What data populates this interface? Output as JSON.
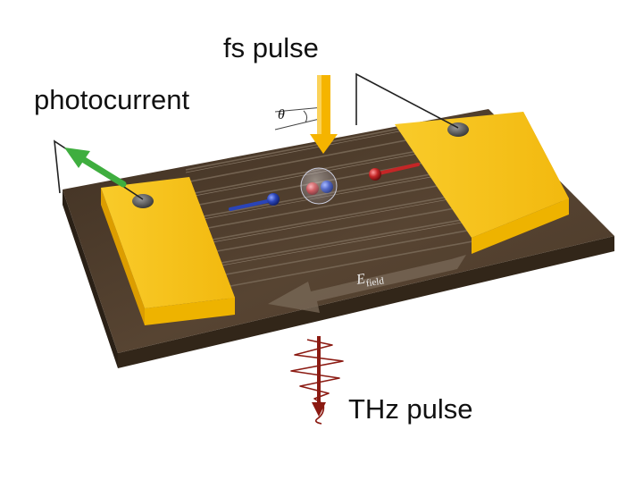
{
  "labels": {
    "fs_pulse": "fs pulse",
    "photocurrent": "photocurrent",
    "thz_pulse": "THz pulse",
    "theta": "θ",
    "efield_main": "E",
    "efield_sub": "field"
  },
  "colors": {
    "substrate_top": "#4b3a2a",
    "substrate_side": "#2e2418",
    "electrode_top": "#f7c21b",
    "electrode_side": "#e6a800",
    "fs_arrow": "#f5b400",
    "photocurrent_arrow": "#3fae3f",
    "thz_pulse": "#8b1a12",
    "electron": "#2a44b8",
    "hole": "#c42626"
  }
}
